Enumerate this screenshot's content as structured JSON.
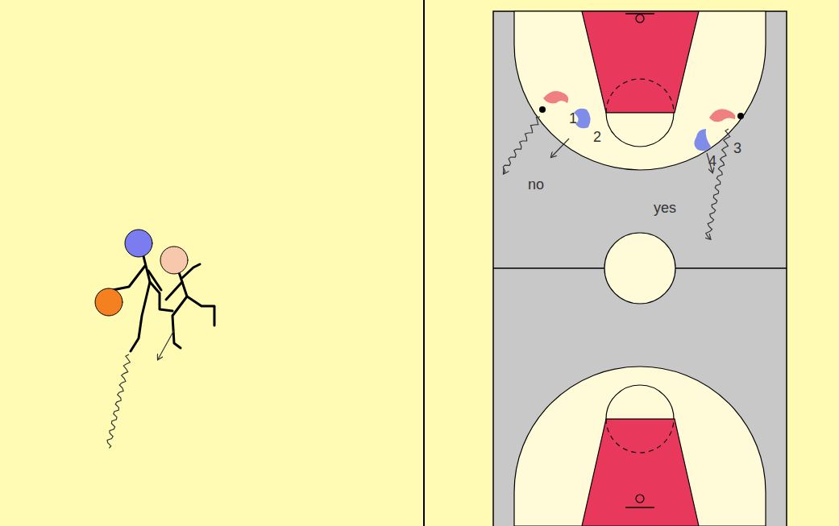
{
  "diagram": {
    "labels": [
      "1",
      "2",
      "no",
      "3",
      "4",
      "yes"
    ]
  }
}
